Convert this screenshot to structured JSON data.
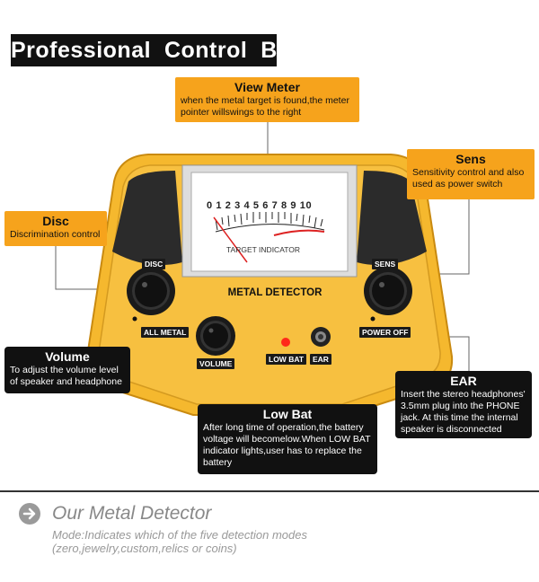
{
  "banner": {
    "title": "Professional  Control  Box"
  },
  "callouts": {
    "view_meter": {
      "title": "View Meter",
      "desc": "when the metal target is found,the meter pointer willswings to the right"
    },
    "sens": {
      "title": "Sens",
      "desc": "Sensitivity control and also used as power switch"
    },
    "disc": {
      "title": "Disc",
      "desc": "Discrimination control"
    },
    "volume": {
      "title": "Volume",
      "desc": "To adjust the volume level of speaker and headphone"
    },
    "ear": {
      "title": "EAR",
      "desc": "Insert the stereo headphones' 3.5mm plug into the PHONE jack. At this time the internal speaker is disconnected"
    },
    "low_bat": {
      "title": "Low Bat",
      "desc": "After long time of operation,the battery voltage will becomelow.When LOW BAT indicator lights,user has to replace the battery"
    }
  },
  "device": {
    "title": "METAL DETECTOR",
    "meter_scale": "0 1 2 3 4 5 6 7 8 9 10",
    "meter_caption": "TARGET INDICATOR",
    "labels": {
      "disc": "DISC",
      "sens": "SENS",
      "all_metal": "ALL METAL",
      "power_off": "POWER OFF",
      "volume": "VOLUME",
      "low_bat": "LOW BAT",
      "ear": "EAR"
    }
  },
  "footer": {
    "title": "Our Metal Detector",
    "desc": "Mode:Indicates which of the five detection modes (zero,jewelry,custom,relics or coins)"
  },
  "colors": {
    "device_yellow": "#f5b82e",
    "callout_orange": "#f6a31c",
    "dark": "#111111",
    "led_red": "#ff2a1a"
  }
}
